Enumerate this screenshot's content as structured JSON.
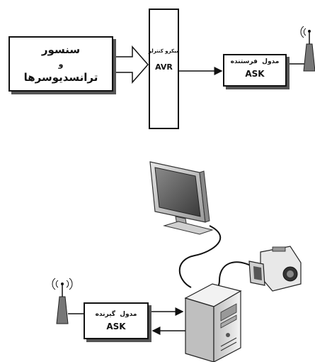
{
  "top_diagram": {
    "sensor_box": {
      "line1": "سنسور",
      "line2": "و",
      "line3": "ترانسدیوسرها"
    },
    "mcu_box": {
      "title": "میکرو کنترلر",
      "subtitle": "AVR"
    },
    "transmitter_box": {
      "title": "مدول  فرستنده",
      "subtitle": "ASK"
    }
  },
  "bottom_diagram": {
    "receiver_box": {
      "title": "مدول  گیرنده",
      "subtitle": "ASK"
    }
  }
}
